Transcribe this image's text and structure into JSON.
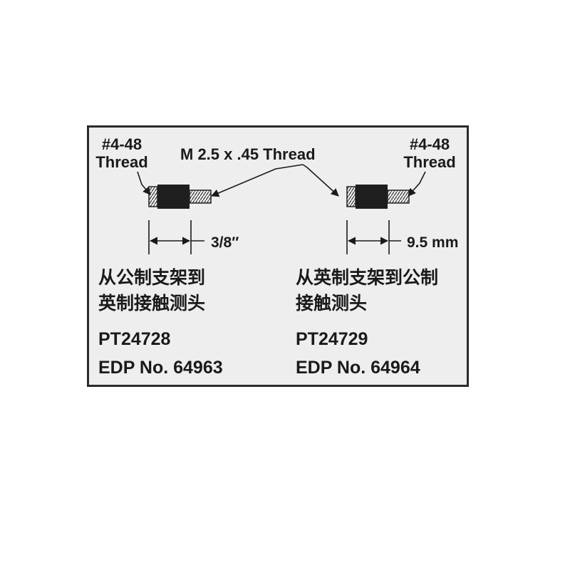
{
  "left_probe": {
    "thread_label_1": "#4-48",
    "thread_label_2": "Thread",
    "dimension": "3/8″",
    "description_line_1": "从公制支架到",
    "description_line_2": "英制接触测头",
    "part_number": "PT24728",
    "edp": "EDP No. 64963"
  },
  "right_probe": {
    "thread_label_1": "#4-48",
    "thread_label_2": "Thread",
    "dimension": "9.5 mm",
    "description_line_1": "从英制支架到公制",
    "description_line_2": "接触测头",
    "part_number": "PT24729",
    "edp": "EDP No. 64964"
  },
  "shared_callout": "M 2.5 x .45 Thread",
  "colors": {
    "panel_background": "#eeeeee",
    "panel_border": "#2b2b2b",
    "text": "#1a1a1a",
    "part_dark": "#1e1e1e"
  }
}
